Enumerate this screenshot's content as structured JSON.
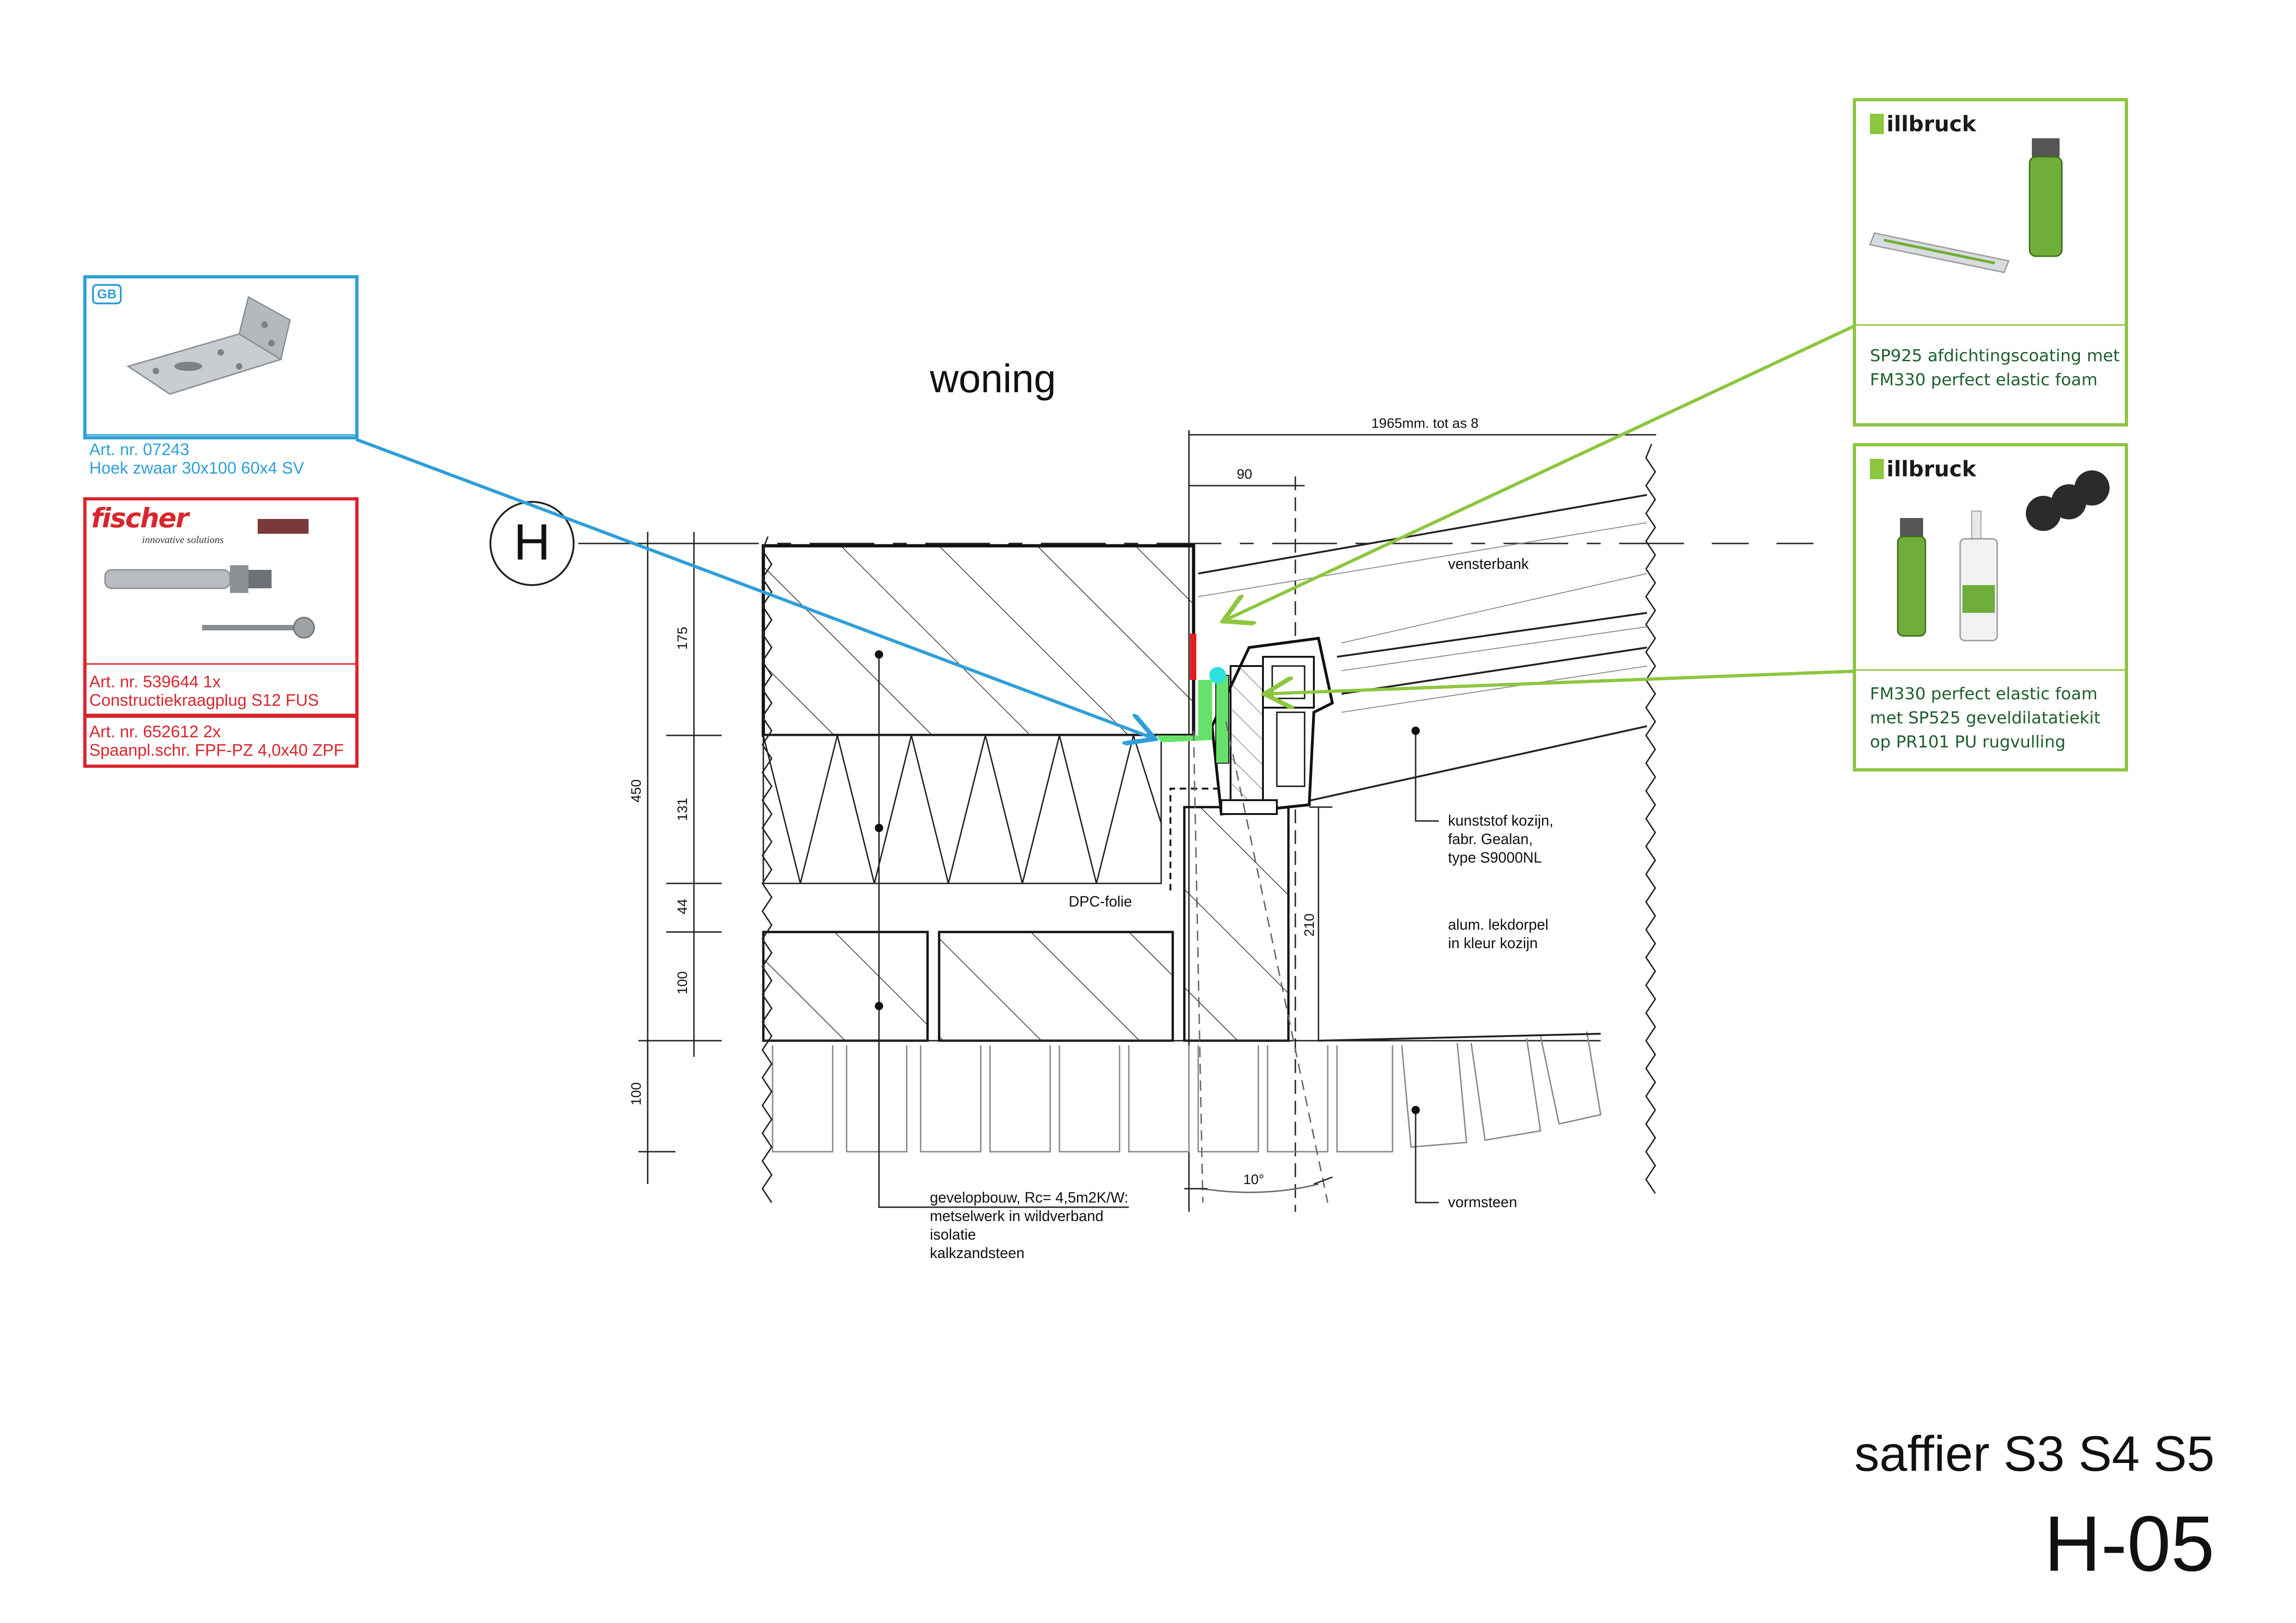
{
  "sheet": {
    "title": "saffier S3 S4 S5",
    "code": "H-05"
  },
  "room_label": "woning",
  "section_marker": "H",
  "dimensions": {
    "top_total": "1965mm. tot as 8",
    "top_90": "90",
    "v_175": "175",
    "v_450": "450",
    "v_131": "131",
    "v_44": "44",
    "v_100a": "100",
    "v_100b": "100",
    "v_210": "210",
    "angle": "10°"
  },
  "labels": {
    "vensterbank": "vensterbank",
    "dpc": "DPC-folie",
    "kozijn_1": "kunststof kozijn,",
    "kozijn_2": "fabr. Gealan,",
    "kozijn_3": "type S9000NL",
    "lekdorpel_1": "alum. lekdorpel",
    "lekdorpel_2": "in kleur kozijn",
    "gevel_1": "gevelopbouw, Rc= 4,5m2K/W:",
    "gevel_2": "metselwerk in wildverband",
    "gevel_3": "isolatie",
    "gevel_4": "kalkzandsteen",
    "vormsteen": "vormsteen"
  },
  "products": {
    "gb_bracket": {
      "logo": "GB",
      "line1": "Art. nr. 07243",
      "line2": "Hoek zwaar 30x100 60x4 SV",
      "color": "#2f9fd8"
    },
    "fischer_plug": {
      "brand": "fischer",
      "tagline": "innovative solutions",
      "line1": "Art. nr. 539644   1x",
      "line2": "Constructiekraagplug S12 FUS",
      "color": "#d8262e"
    },
    "fischer_screw": {
      "line1": "Art. nr. 652612   2x",
      "line2": "Spaanpl.schr. FPF-PZ 4,0x40 ZPF",
      "color": "#d8262e"
    },
    "illbruck_top": {
      "brand": "illbruck",
      "line1": "SP925 afdichtingscoating met",
      "line2": "FM330 perfect elastic foam",
      "color": "#8dc63f"
    },
    "illbruck_bottom": {
      "brand": "illbruck",
      "line1": "FM330 perfect elastic foam",
      "line2": "met SP525 geveldilatatiekit",
      "line3": "op PR101 PU rugvulling",
      "color": "#8dc63f"
    }
  }
}
